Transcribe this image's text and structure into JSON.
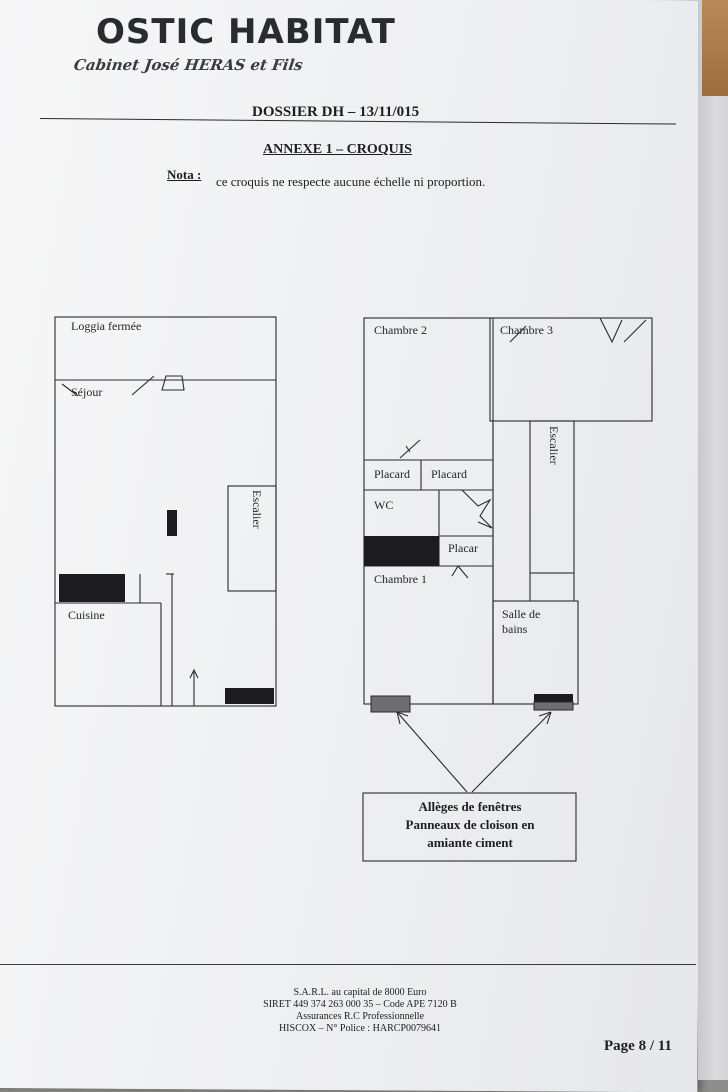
{
  "header": {
    "logo_text": "OSTIC HABITAT",
    "logo_subtitle": "Cabinet José HERAS et Fils",
    "dossier": "DOSSIER DH – 13/11/015",
    "annexe": "ANNEXE 1 – CROQUIS",
    "nota_label": "Nota :",
    "nota_text": "ce croquis ne respecte aucune échelle ni proportion."
  },
  "plan_left": {
    "loggia": "Loggia fermée",
    "sejour": "Séjour",
    "escalier": "Escalier",
    "cuisine": "Cuisine"
  },
  "plan_right": {
    "chambre2": "Chambre 2",
    "chambre3": "Chambre 3",
    "escalier": "Escalier",
    "placard1": "Placard",
    "placard2": "Placard",
    "wc": "WC",
    "placard3": "Placar",
    "chambre1": "Chambre 1",
    "salle1": "Salle de",
    "salle2": "bains"
  },
  "callout": {
    "line1": "Allèges de fenêtres",
    "line2": "Panneaux de cloison en",
    "line3": "amiante ciment"
  },
  "footer": {
    "line1": "S.A.R.L. au capital de 8000 Euro",
    "line2": "SIRET 449 374 263 000 35 – Code APE 7120 B",
    "line3": "Assurances R.C Professionnelle",
    "line4": "HISCOX – N° Police : HARCP0079641",
    "page": "Page 8 / 11"
  },
  "colors": {
    "paper": "#eeeff1",
    "ink": "#1e1e22",
    "amiante_fill": "#6e6e70"
  }
}
